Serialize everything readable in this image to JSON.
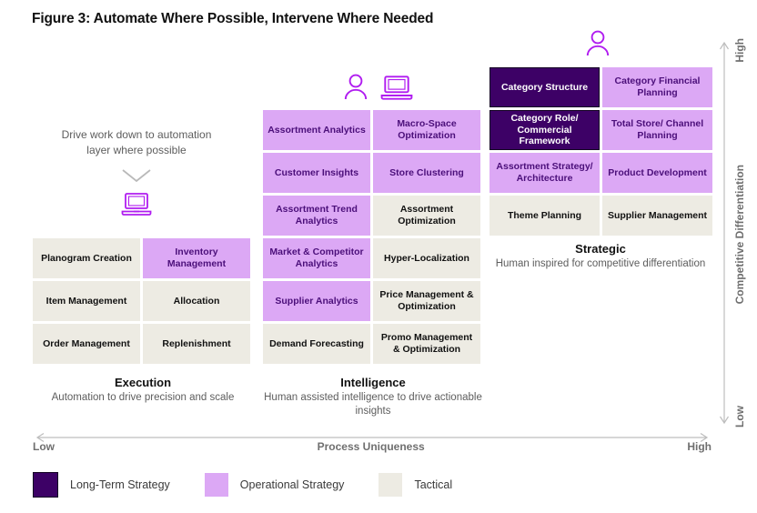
{
  "title": "Figure 3: Automate Where Possible, Intervene Where Needed",
  "colors": {
    "long_term_strategy": "#3d0166",
    "operational_strategy": "#dca8f5",
    "tactical": "#edebe3",
    "icon_purple": "#b01cf0",
    "axis_gray": "#6f6f6f"
  },
  "annotation": {
    "text": "Drive work down to automation layer where possible",
    "chevron_icon": "chevron-down-icon",
    "icon": "laptop-icon"
  },
  "columns": [
    {
      "key": "execution",
      "caption_title": "Execution",
      "caption_subtitle": "Automation to drive precision and scale",
      "icons": [],
      "cells": [
        {
          "label": "Planogram Creation",
          "category": "tactical"
        },
        {
          "label": "Inventory Management",
          "category": "operational"
        },
        {
          "label": "Item Management",
          "category": "tactical"
        },
        {
          "label": "Allocation",
          "category": "tactical"
        },
        {
          "label": "Order Management",
          "category": "tactical"
        },
        {
          "label": "Replenishment",
          "category": "tactical"
        }
      ]
    },
    {
      "key": "intelligence",
      "caption_title": "Intelligence",
      "caption_subtitle": "Human assisted intelligence to drive actionable insights",
      "icons": [
        "person-icon",
        "laptop-icon"
      ],
      "cells": [
        {
          "label": "Assortment Analytics",
          "category": "operational"
        },
        {
          "label": "Macro-Space Optimization",
          "category": "operational"
        },
        {
          "label": "Customer Insights",
          "category": "operational"
        },
        {
          "label": "Store Clustering",
          "category": "operational"
        },
        {
          "label": "Assortment Trend Analytics",
          "category": "operational"
        },
        {
          "label": "Assortment Optimization",
          "category": "tactical"
        },
        {
          "label": "Market & Competitor Analytics",
          "category": "operational"
        },
        {
          "label": "Hyper-Localization",
          "category": "tactical"
        },
        {
          "label": "Supplier Analytics",
          "category": "operational"
        },
        {
          "label": "Price Management & Optimization",
          "category": "tactical"
        },
        {
          "label": "Demand Forecasting",
          "category": "tactical"
        },
        {
          "label": "Promo Management & Optimization",
          "category": "tactical"
        }
      ]
    },
    {
      "key": "strategic",
      "caption_title": "Strategic",
      "caption_subtitle": "Human inspired for competitive differentiation",
      "icons": [
        "person-icon"
      ],
      "cells": [
        {
          "label": "Category Structure",
          "category": "longterm"
        },
        {
          "label": "Category Financial Planning",
          "category": "operational"
        },
        {
          "label": "Category Role/ Commercial Framework",
          "category": "longterm"
        },
        {
          "label": "Total Store/ Channel Planning",
          "category": "operational"
        },
        {
          "label": "Assortment Strategy/ Architecture",
          "category": "operational"
        },
        {
          "label": "Product Development",
          "category": "operational"
        },
        {
          "label": "Theme Planning",
          "category": "tactical"
        },
        {
          "label": "Supplier Management",
          "category": "tactical"
        }
      ]
    }
  ],
  "x_axis": {
    "low": "Low",
    "title": "Process Uniqueness",
    "high": "High"
  },
  "y_axis": {
    "high": "High",
    "title": "Competitive Differentiation",
    "low": "Low"
  },
  "legend": [
    {
      "label": "Long-Term Strategy",
      "category": "longterm"
    },
    {
      "label": "Operational Strategy",
      "category": "operational"
    },
    {
      "label": "Tactical",
      "category": "tactical"
    }
  ]
}
